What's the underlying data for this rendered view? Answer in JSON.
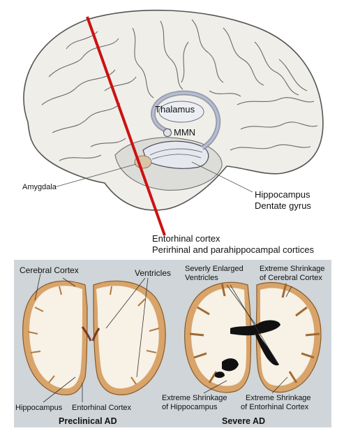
{
  "top_figure": {
    "structures": {
      "thalamus": "Thalamus",
      "mmn": "MMN",
      "amygdala": "Amygdala",
      "hippocampus": "Hippocampus",
      "dentate_gyrus": "Dentate gyrus",
      "entorhinal_cortex": "Entorhinal cortex",
      "perirhinal": "Perirhinal and parahippocampal cortices"
    },
    "colors": {
      "cut_line": "#cc1111",
      "highlight": "#f3e8a8"
    }
  },
  "bottom_figure": {
    "background": "#cfd5d8",
    "preclinical": {
      "title": "Preclinical AD",
      "labels": {
        "cerebral_cortex": "Cerebral Cortex",
        "ventricles": "Ventricles",
        "hippocampus": "Hippocampus",
        "entorhinal_cortex": "Entorhinal Cortex"
      }
    },
    "severe": {
      "title": "Severe AD",
      "labels": {
        "enlarged_ventricles_1": "Severly Enlarged",
        "enlarged_ventricles_2": "Ventricles",
        "shrink_cortex_1": "Extreme Shrinkage",
        "shrink_cortex_2": "of Cerebral Cortex",
        "shrink_hippo_1": "Extreme Shrinkage",
        "shrink_hippo_2": "of Hippocampus",
        "shrink_ento_1": "Extreme Shrinkage",
        "shrink_ento_2": "of Entorhinal Cortex"
      }
    }
  }
}
